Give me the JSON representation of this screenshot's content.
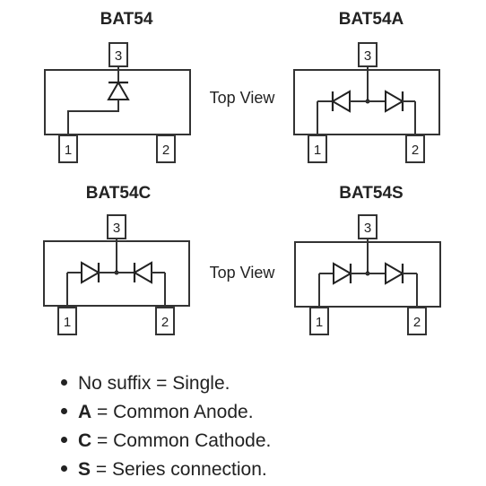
{
  "packages": [
    {
      "id": "bat54",
      "title": "BAT54",
      "pins": [
        "3",
        "1",
        "2"
      ]
    },
    {
      "id": "bat54a",
      "title": "BAT54A",
      "pins": [
        "3",
        "1",
        "2"
      ]
    },
    {
      "id": "bat54c",
      "title": "BAT54C",
      "pins": [
        "3",
        "1",
        "2"
      ]
    },
    {
      "id": "bat54s",
      "title": "BAT54S",
      "pins": [
        "3",
        "1",
        "2"
      ]
    }
  ],
  "top_view_labels": [
    "Top View",
    "Top View"
  ],
  "legend": [
    {
      "key": "",
      "text": "No suffix = Single."
    },
    {
      "key": "A",
      "text": " = Common Anode."
    },
    {
      "key": "C",
      "text": " = Common Cathode."
    },
    {
      "key": "S",
      "text": " = Series connection."
    }
  ]
}
